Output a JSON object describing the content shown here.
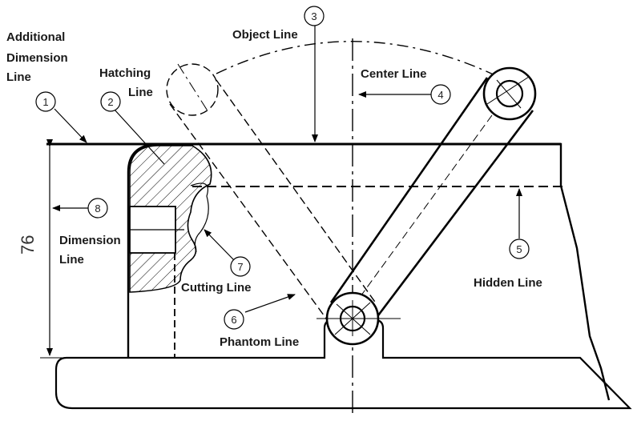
{
  "labels": {
    "additional_dimension_line": [
      "Additional",
      "Dimension",
      "Line"
    ],
    "hatching_line": [
      "Hatching",
      "Line"
    ],
    "object_line": "Object Line",
    "center_line": "Center Line",
    "dimension_line": [
      "Dimension",
      "Line"
    ],
    "cutting_line": "Cutting Line",
    "hidden_line": "Hidden Line",
    "phantom_line": "Phantom Line"
  },
  "callouts": [
    "1",
    "2",
    "3",
    "4",
    "5",
    "6",
    "7",
    "8"
  ],
  "dimension_value": "76",
  "colors": {
    "line": "#000000",
    "text": "#1a1a1a",
    "background": "#ffffff"
  }
}
